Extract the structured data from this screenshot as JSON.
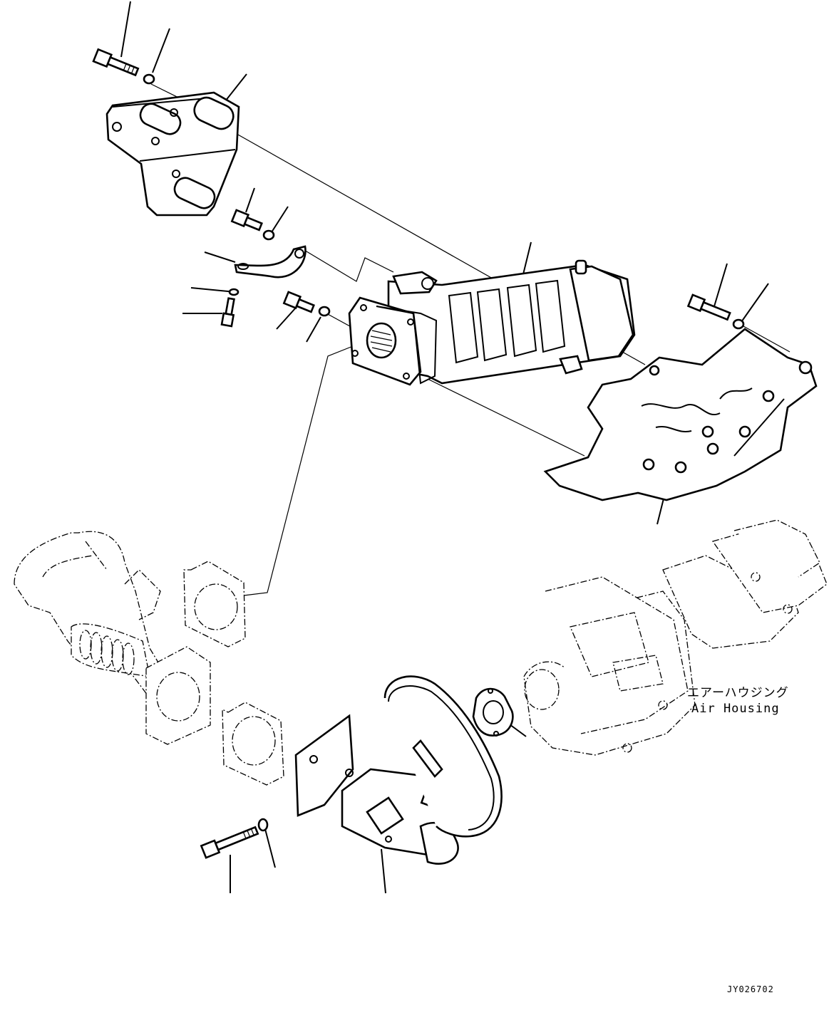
{
  "labels": {
    "air_housing_jp": "エアーハウジング",
    "air_housing_en": "Air Housing",
    "drawing_number": "JY026702"
  }
}
